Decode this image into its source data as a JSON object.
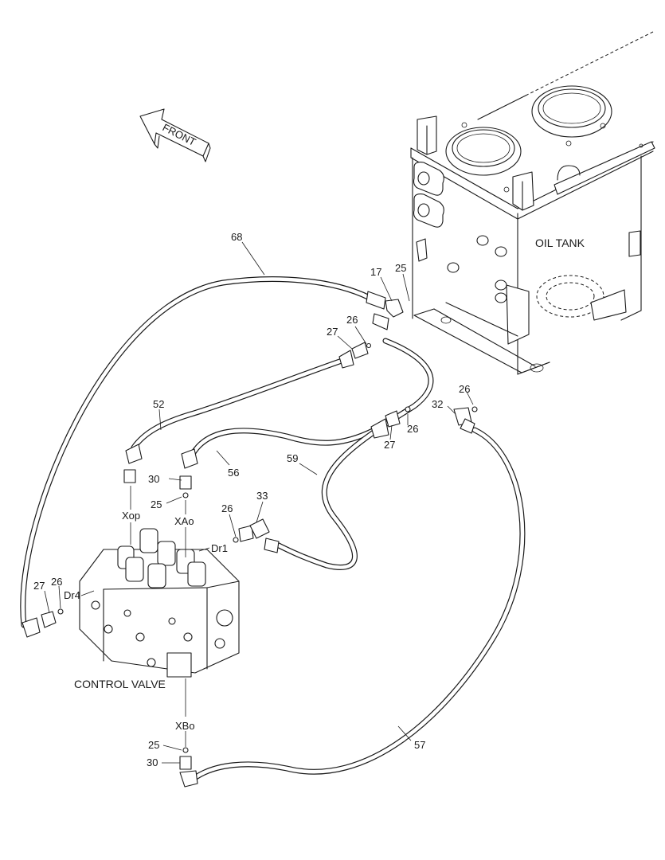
{
  "title_labels": {
    "front": "FRONT",
    "oil_tank": "OIL TANK",
    "control_valve": "CONTROL VALVE"
  },
  "ports": {
    "xop": "Xop",
    "xao": "XAo",
    "dr1": "Dr1",
    "dr4": "Dr4",
    "xbo": "XBo"
  },
  "callouts": {
    "c68": "68",
    "c17": "17",
    "c25_top": "25",
    "c26_top": "26",
    "c27_top": "27",
    "c52": "52",
    "c56": "56",
    "c59": "59",
    "c26_right": "26",
    "c32": "32",
    "c26_mid": "26",
    "c27_mid": "27",
    "c30_top": "30",
    "c25_mid": "25",
    "c26_dr1": "26",
    "c33": "33",
    "c27_left": "27",
    "c26_left": "26",
    "c25_bot": "25",
    "c30_bot": "30",
    "c57": "57"
  }
}
